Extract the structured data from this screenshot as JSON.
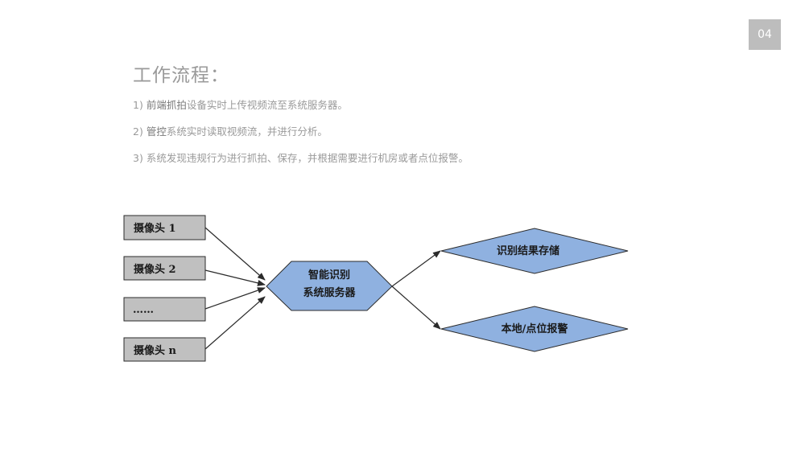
{
  "page_number": "04",
  "title": "工作流程：",
  "steps": [
    {
      "num": "1)",
      "emphasis": "前端抓拍",
      "text": "设备实时上传视频流至系统服务器。"
    },
    {
      "num": "2)",
      "emphasis": "管控",
      "text": "系统实时读取视频流，并进行分析。"
    },
    {
      "num": "3)",
      "emphasis": "",
      "text": "系统发现违规行为进行抓拍、保存，并根据需要进行机房或者点位报警。"
    }
  ],
  "diagram": {
    "cameras": [
      "摄像头 1",
      "摄像头 2",
      "……",
      "摄像头 n"
    ],
    "server": {
      "line1": "智能识别",
      "line2": "系统服务器"
    },
    "outputs": [
      "识别结果存储",
      "本地/点位报警"
    ],
    "colors": {
      "camera_fill": "#c0c0c0",
      "node_fill": "#8fb1e0",
      "stroke": "#2b2b2b"
    }
  }
}
